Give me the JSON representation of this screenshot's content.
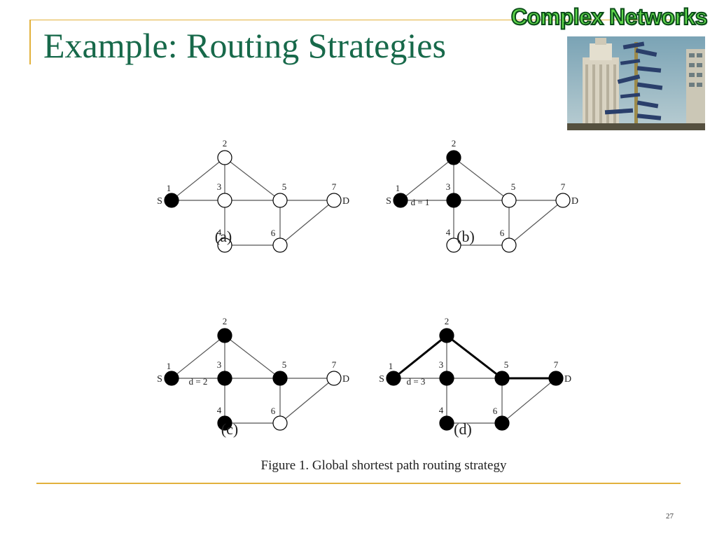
{
  "slide": {
    "title": "Example: Routing Strategies",
    "brand": "Complex Networks",
    "page_number": "27"
  },
  "figure": {
    "caption": "Figure 1. Global shortest path routing strategy",
    "source_label": "S",
    "destination_label": "D",
    "nodes": [
      "1",
      "2",
      "3",
      "4",
      "5",
      "6",
      "7"
    ],
    "edges": [
      [
        "1",
        "2"
      ],
      [
        "1",
        "3"
      ],
      [
        "2",
        "3"
      ],
      [
        "2",
        "5"
      ],
      [
        "3",
        "5"
      ],
      [
        "3",
        "4"
      ],
      [
        "4",
        "6"
      ],
      [
        "5",
        "6"
      ],
      [
        "5",
        "7"
      ],
      [
        "6",
        "7"
      ]
    ],
    "panels": [
      {
        "label": "(a)",
        "filled": [
          "1"
        ],
        "depth_label": "",
        "path": []
      },
      {
        "label": "(b)",
        "filled": [
          "1",
          "2",
          "3"
        ],
        "depth_label": "d = 1",
        "path": []
      },
      {
        "label": "(c)",
        "filled": [
          "1",
          "2",
          "3",
          "4",
          "5"
        ],
        "depth_label": "d = 2",
        "path": []
      },
      {
        "label": "(d)",
        "filled": [
          "1",
          "2",
          "3",
          "4",
          "5",
          "6",
          "7"
        ],
        "depth_label": "d = 3",
        "path": [
          [
            "1",
            "2"
          ],
          [
            "2",
            "5"
          ],
          [
            "5",
            "7"
          ]
        ]
      }
    ]
  },
  "colors": {
    "title": "#17694a",
    "accent": "#e2b13c",
    "node_filled": "#000000",
    "node_empty": "#ffffff"
  },
  "photo": {
    "icon": "city-signpost-photo"
  }
}
